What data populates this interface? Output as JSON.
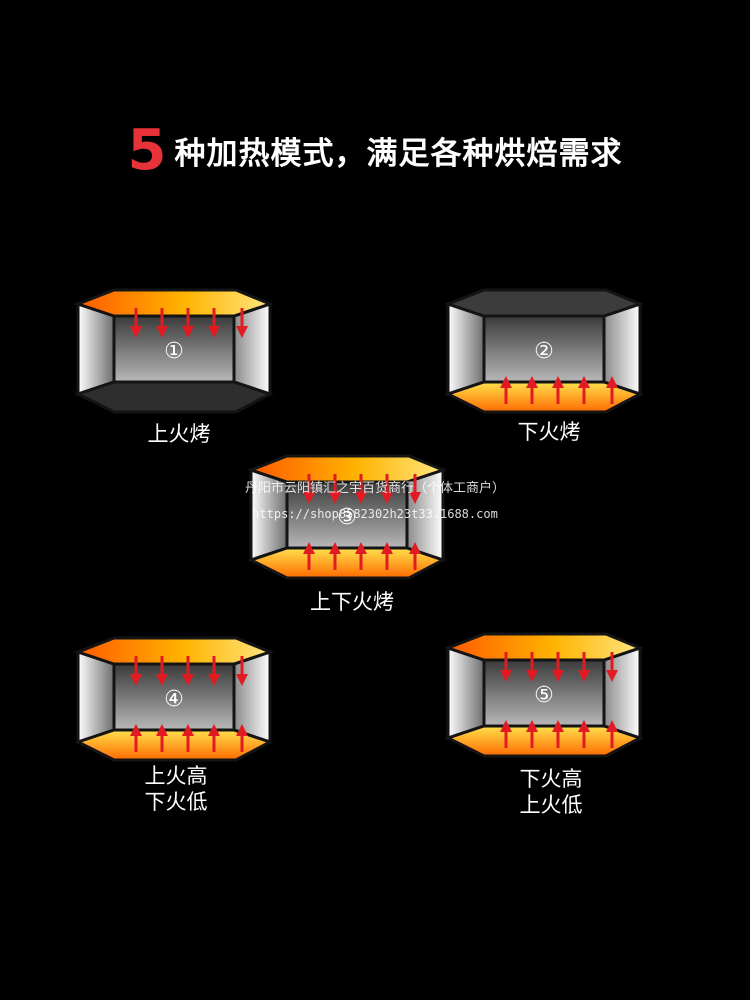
{
  "headline": {
    "number": "5",
    "text": "种加热模式，满足各种烘焙需求"
  },
  "colors": {
    "accent": "#e8323a",
    "arrow": "#e21b22"
  },
  "modes": [
    {
      "badge": "①",
      "label": "上火烤",
      "top_heat": true,
      "bottom_heat": false
    },
    {
      "badge": "②",
      "label": "下火烤",
      "top_heat": false,
      "bottom_heat": true
    },
    {
      "badge": "③",
      "label": "上下火烤",
      "top_heat": true,
      "bottom_heat": true
    },
    {
      "badge": "④",
      "label": "上火高\n下火低",
      "top_heat": true,
      "bottom_heat": true
    },
    {
      "badge": "⑤",
      "label": "下火高\n上火低",
      "top_heat": true,
      "bottom_heat": true
    }
  ],
  "watermark": {
    "line1": "丹阳市云阳镇汇之宇百货商行（个体工商户）",
    "line2": "https://shop8582302h23t33.1688.com"
  }
}
